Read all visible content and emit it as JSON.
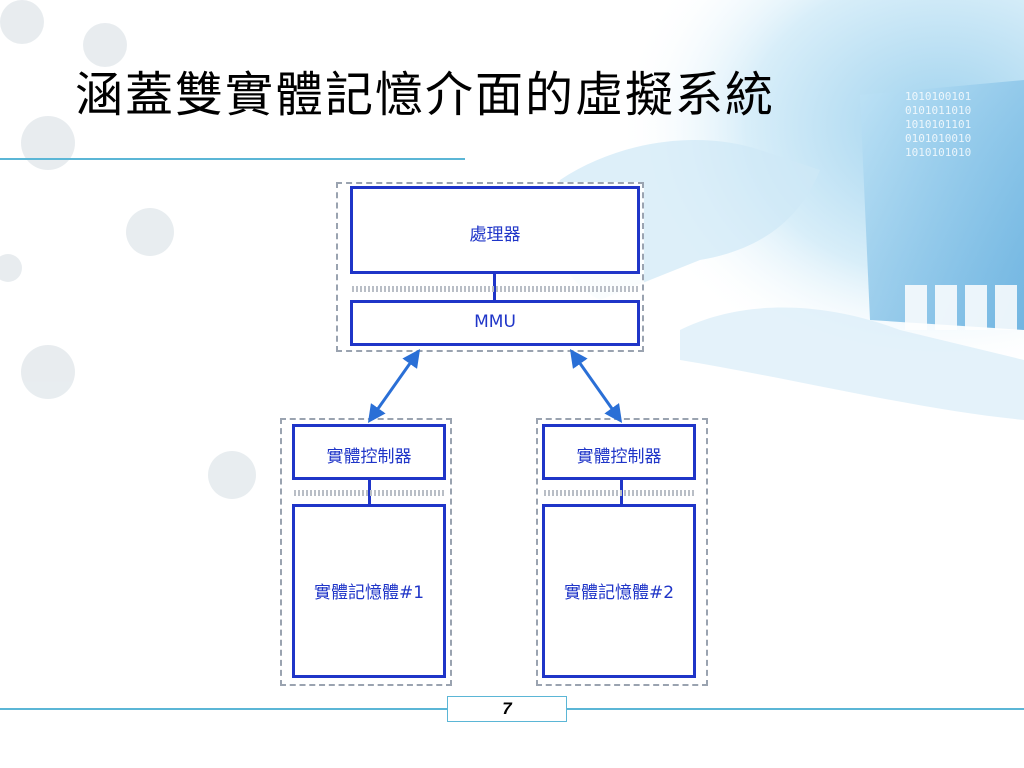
{
  "slide": {
    "title": "涵蓋雙實體記憶介面的虛擬系統",
    "page_number": "7"
  },
  "diagram": {
    "processor_label": "處理器",
    "mmu_label": "MMU",
    "controller_1_label": "實體控制器",
    "controller_2_label": "實體控制器",
    "memory_1_label": "實體記憶體#1",
    "memory_2_label": "實體記憶體#2"
  },
  "colors": {
    "box_border": "#1f35c8",
    "accent_line": "#5bb6d6",
    "arrow": "#2a6fd6"
  }
}
